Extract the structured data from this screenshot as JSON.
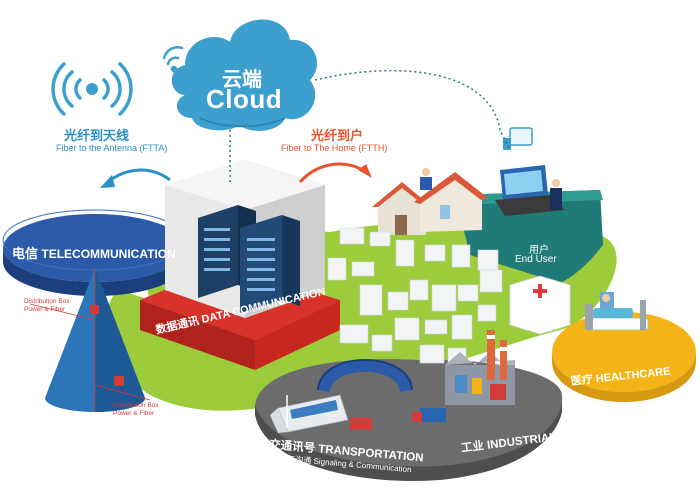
{
  "cloud": {
    "cn": "云端",
    "en": "Cloud"
  },
  "ftta": {
    "cn": "光纤到天线",
    "en": "Fiber to the Antenna (FTTA)"
  },
  "ftth": {
    "cn": "光纤到户",
    "en": "Fiber to The Home (FTTH)"
  },
  "telecom": {
    "cn": "电信",
    "en": "TELECOMMUNICATION"
  },
  "datacom": {
    "cn": "数据通讯",
    "en": "DATA COMMUNICATION"
  },
  "distribution_box": {
    "line1": "Distribution Box",
    "line2": "Power & Fiber"
  },
  "end_user": {
    "cn": "用户",
    "en": "End User"
  },
  "healthcare": {
    "cn": "医疗",
    "en": "HEALTHCARE"
  },
  "transportation": {
    "cn": "交通讯号",
    "en": "TRANSPORTATION",
    "sub": "信号与沟通 Signaling & Communication"
  },
  "industrial": {
    "cn": "工业",
    "en": "INDUSTRIAL"
  },
  "colors": {
    "cloud": "#3d9fce",
    "green": "#9ccb3b",
    "telecom_blue": "#2a5aa8",
    "datacom_red": "#c8271f",
    "healthcare_yellow": "#f4b418",
    "transport_grey": "#6c6c6c",
    "ftth_orange": "#e8542c",
    "ftta_blue": "#2b90c8"
  }
}
